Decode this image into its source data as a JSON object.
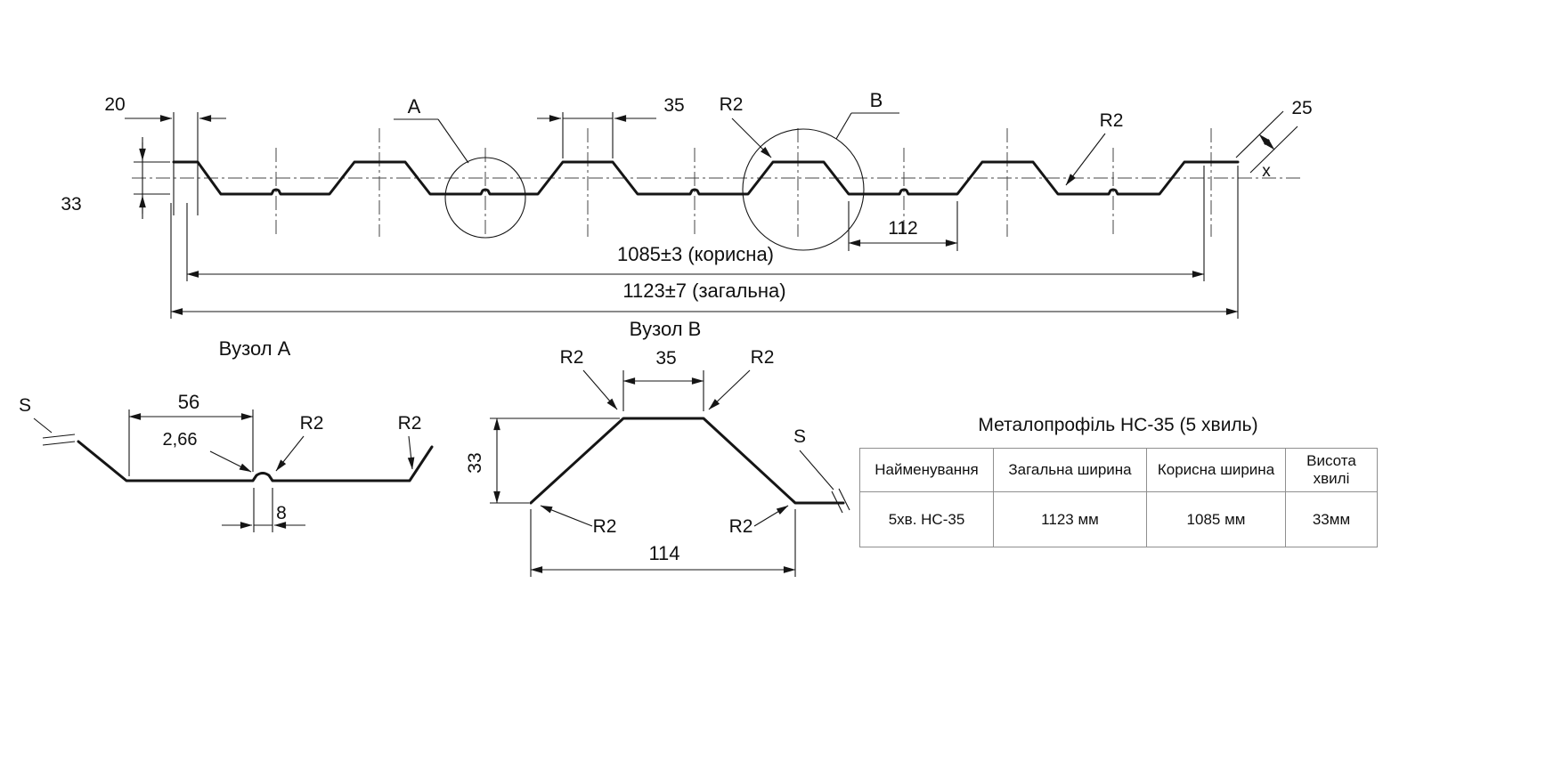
{
  "colors": {
    "line": "#151515",
    "centerline": "#454545",
    "table_border": "#8f8f8f",
    "background": "#ffffff"
  },
  "main": {
    "dim_20": "20",
    "dim_33": "33",
    "callout_a": "A",
    "dim_35": "35",
    "r2_top": "R2",
    "callout_b": "B",
    "dim_112": "112",
    "r2_right": "R2",
    "dim_25": "25",
    "x_mark": "x",
    "useful_width": "1085±3 (корисна)",
    "total_width": "1123±7 (загальна)"
  },
  "node_a": {
    "title": "Вузол А",
    "s": "S",
    "dim_56": "56",
    "dim_266": "2,66",
    "r2_notch": "R2",
    "r2_slope": "R2",
    "dim_8": "8"
  },
  "node_b": {
    "title": "Вузол В",
    "r2_top_left": "R2",
    "dim_35": "35",
    "r2_top_right": "R2",
    "dim_33": "33",
    "s": "S",
    "r2_bottom_left": "R2",
    "r2_bottom_right": "R2",
    "dim_114": "114"
  },
  "table": {
    "title": "Металопрофіль НС-35 (5 хвиль)",
    "headers": [
      "Найменування",
      "Загальна ширина",
      "Корисна ширина",
      "Висота хвилі"
    ],
    "row": [
      "5хв. НС-35",
      "1123 мм",
      "1085 мм",
      "33мм"
    ]
  }
}
